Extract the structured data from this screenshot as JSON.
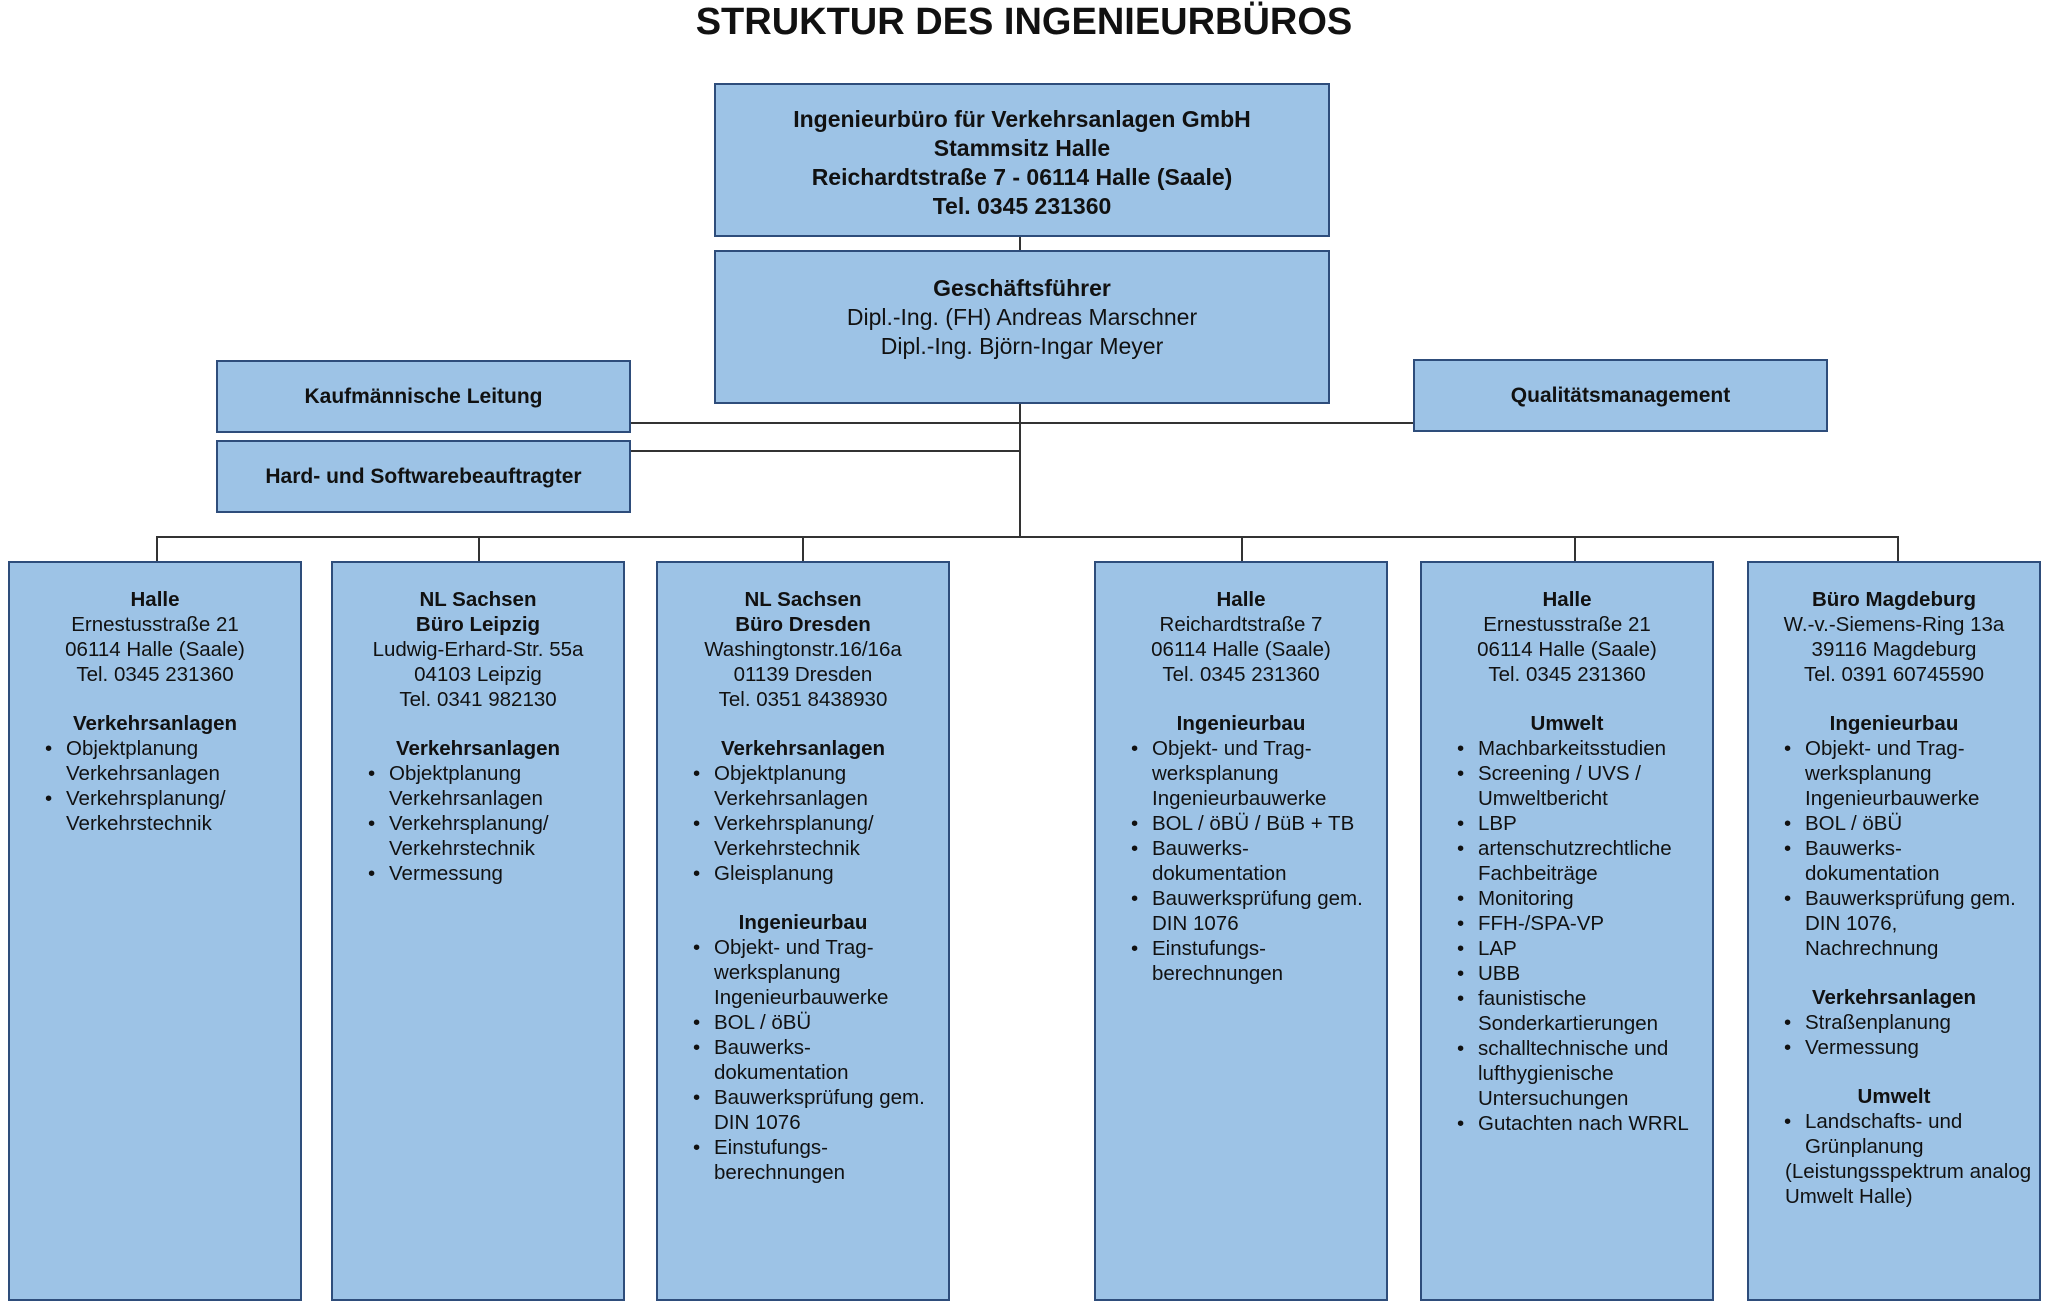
{
  "title": "STRUKTUR DES INGENIEURBÜROS",
  "headquarters": {
    "lines": [
      "Ingenieurbüro für Verkehrsanlagen GmbH",
      "Stammsitz Halle",
      "Reichardtstraße 7 - 06114 Halle (Saale)",
      "Tel. 0345 231360"
    ]
  },
  "management": {
    "title": "Geschäftsführer",
    "names": [
      "Dipl.-Ing. (FH) Andreas Marschner",
      "Dipl.-Ing. Björn-Ingar Meyer"
    ]
  },
  "staff": {
    "commercial": "Kaufmännische Leitung",
    "it": "Hard- und Softwarebeauftragter",
    "quality": "Qualitätsmanagement"
  },
  "branches": [
    {
      "head": [
        "Halle"
      ],
      "address": [
        "Ernestusstraße 21",
        "06114 Halle (Saale)",
        "Tel. 0345 231360"
      ],
      "sections": [
        {
          "title": "Verkehrsanlagen",
          "items": [
            "Objektplanung Verkehrsanlagen",
            "Verkehrsplanung/ Verkehrstechnik"
          ]
        }
      ]
    },
    {
      "head": [
        "NL Sachsen",
        "Büro Leipzig"
      ],
      "address": [
        "Ludwig-Erhard-Str. 55a",
        "04103 Leipzig",
        "Tel. 0341 982130"
      ],
      "sections": [
        {
          "title": "Verkehrsanlagen",
          "items": [
            "Objektplanung Verkehrsanlagen",
            "Verkehrsplanung/ Verkehrstechnik",
            "Vermessung"
          ]
        }
      ]
    },
    {
      "head": [
        "NL Sachsen",
        "Büro Dresden"
      ],
      "address": [
        "Washingtonstr.16/16a",
        "01139 Dresden",
        "Tel. 0351 8438930"
      ],
      "sections": [
        {
          "title": "Verkehrsanlagen",
          "items": [
            "Objektplanung Verkehrsanlagen",
            "Verkehrsplanung/ Verkehrstechnik",
            "Gleisplanung"
          ]
        },
        {
          "title": "Ingenieurbau",
          "items": [
            "Objekt- und Trag-werksplanung Ingenieurbauwerke",
            "BOL / öBÜ",
            "Bauwerks-dokumentation",
            "Bauwerksprüfung gem. DIN 1076",
            "Einstufungs-berechnungen"
          ]
        }
      ]
    },
    {
      "head": [
        "Halle"
      ],
      "address": [
        "Reichardtstraße 7",
        "06114 Halle (Saale)",
        "Tel. 0345 231360"
      ],
      "sections": [
        {
          "title": "Ingenieurbau",
          "items": [
            "Objekt- und Trag-werksplanung Ingenieurbauwerke",
            "BOL / öBÜ / BüB + TB",
            "Bauwerks-dokumentation",
            "Bauwerksprüfung gem. DIN 1076",
            "Einstufungs-berechnungen"
          ]
        }
      ]
    },
    {
      "head": [
        "Halle"
      ],
      "address": [
        "Ernestusstraße 21",
        "06114 Halle (Saale)",
        "Tel. 0345 231360"
      ],
      "sections": [
        {
          "title": "Umwelt",
          "items": [
            "Machbarkeitsstudien",
            "Screening / UVS / Umweltbericht",
            "LBP",
            "artenschutzrechtliche Fachbeiträge",
            "Monitoring",
            "FFH-/SPA-VP",
            "LAP",
            "UBB",
            "faunistische Sonderkartierungen",
            "schalltechnische und lufthygienische Untersuchungen",
            "Gutachten nach WRRL"
          ]
        }
      ]
    },
    {
      "head": [
        "Büro Magdeburg"
      ],
      "address": [
        "W.-v.-Siemens-Ring 13a",
        "39116 Magdeburg",
        "Tel. 0391 60745590"
      ],
      "sections": [
        {
          "title": "Ingenieurbau",
          "items": [
            "Objekt- und Trag-werksplanung Ingenieurbauwerke",
            "BOL / öBÜ",
            "Bauwerks-dokumentation",
            "Bauwerksprüfung gem. DIN 1076, Nachrechnung"
          ]
        },
        {
          "title": "Verkehrsanlagen",
          "items": [
            "Straßenplanung",
            "Vermessung"
          ]
        },
        {
          "title": "Umwelt",
          "items": [
            "Landschafts- und Grünplanung"
          ],
          "note": "(Leistungsspektrum analog Umwelt Halle)"
        }
      ]
    }
  ]
}
